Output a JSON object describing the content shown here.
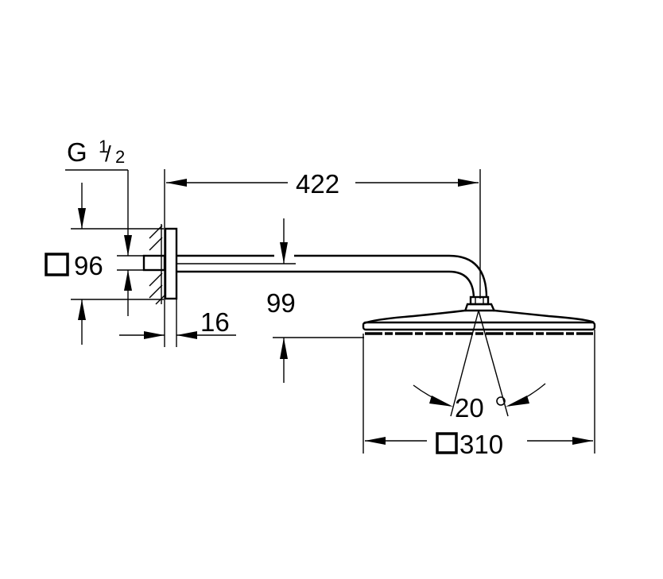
{
  "drawing": {
    "type": "technical-dimension-drawing",
    "subject": "shower head with wall arm",
    "dimensions": {
      "thread": {
        "label": "G",
        "fraction_num": "1",
        "fraction_den": "2"
      },
      "flange_size": {
        "prefix_icon": "square-icon",
        "value": "96"
      },
      "arm_projection": {
        "value": "422"
      },
      "arm_drop": {
        "value": "99"
      },
      "flange_depth": {
        "value": "16"
      },
      "spray_angle": {
        "value": "20",
        "unit": "°"
      },
      "head_size": {
        "prefix_icon": "square-icon",
        "value": "310"
      }
    },
    "colors": {
      "line": "#000000",
      "background": "#ffffff"
    }
  }
}
